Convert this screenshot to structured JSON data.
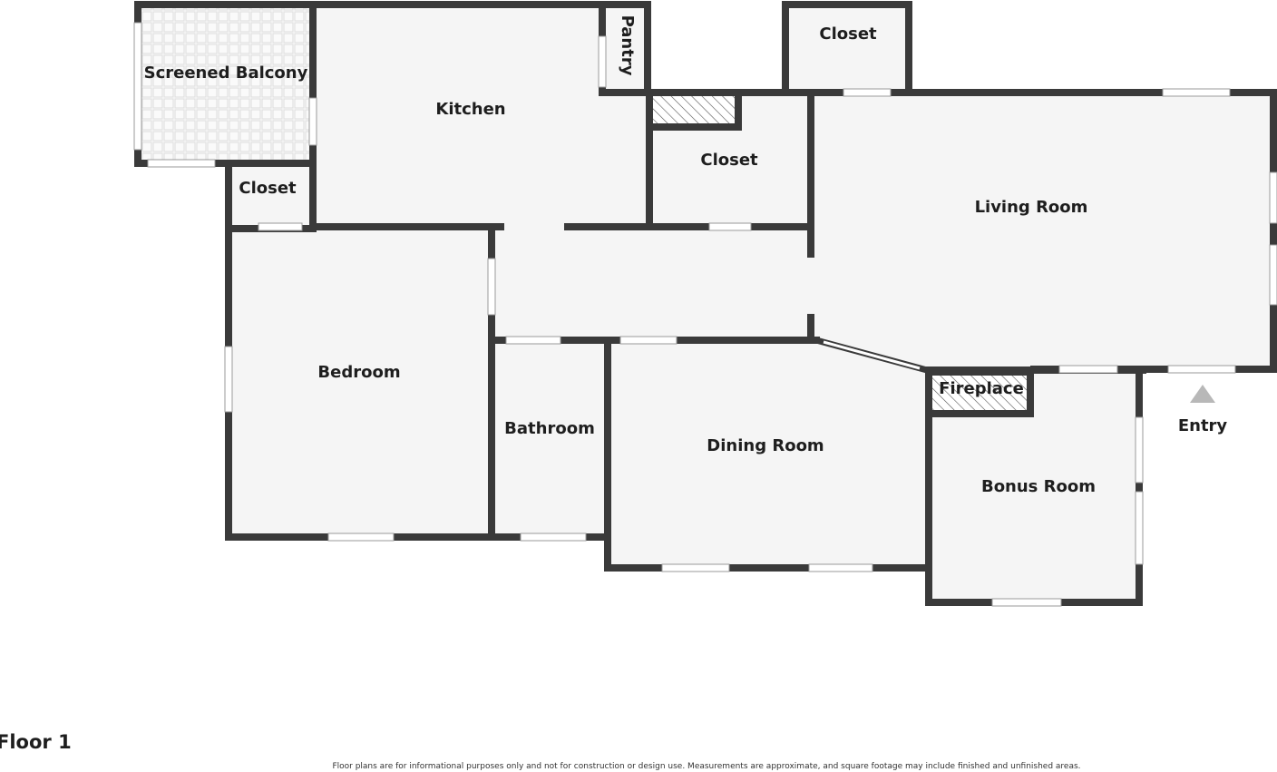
{
  "floor_title": "Floor 1",
  "disclaimer": "Floor plans are for informational purposes only and not for construction or design use. Measurements are approximate, and square footage may include finished and unfinished areas.",
  "rooms": {
    "screened_balcony": "Screened Balcony",
    "kitchen": "Kitchen",
    "pantry": "Pantry",
    "closet_top": "Closet",
    "closet_mid": "Closet",
    "closet_left": "Closet",
    "living_room": "Living Room",
    "bedroom": "Bedroom",
    "bathroom": "Bathroom",
    "dining_room": "Dining Room",
    "fireplace": "Fireplace",
    "bonus_room": "Bonus Room",
    "entry": "Entry"
  },
  "colors": {
    "wall": "#3a3a3a",
    "floor": "#f5f5f5",
    "window": "#ffffff"
  }
}
